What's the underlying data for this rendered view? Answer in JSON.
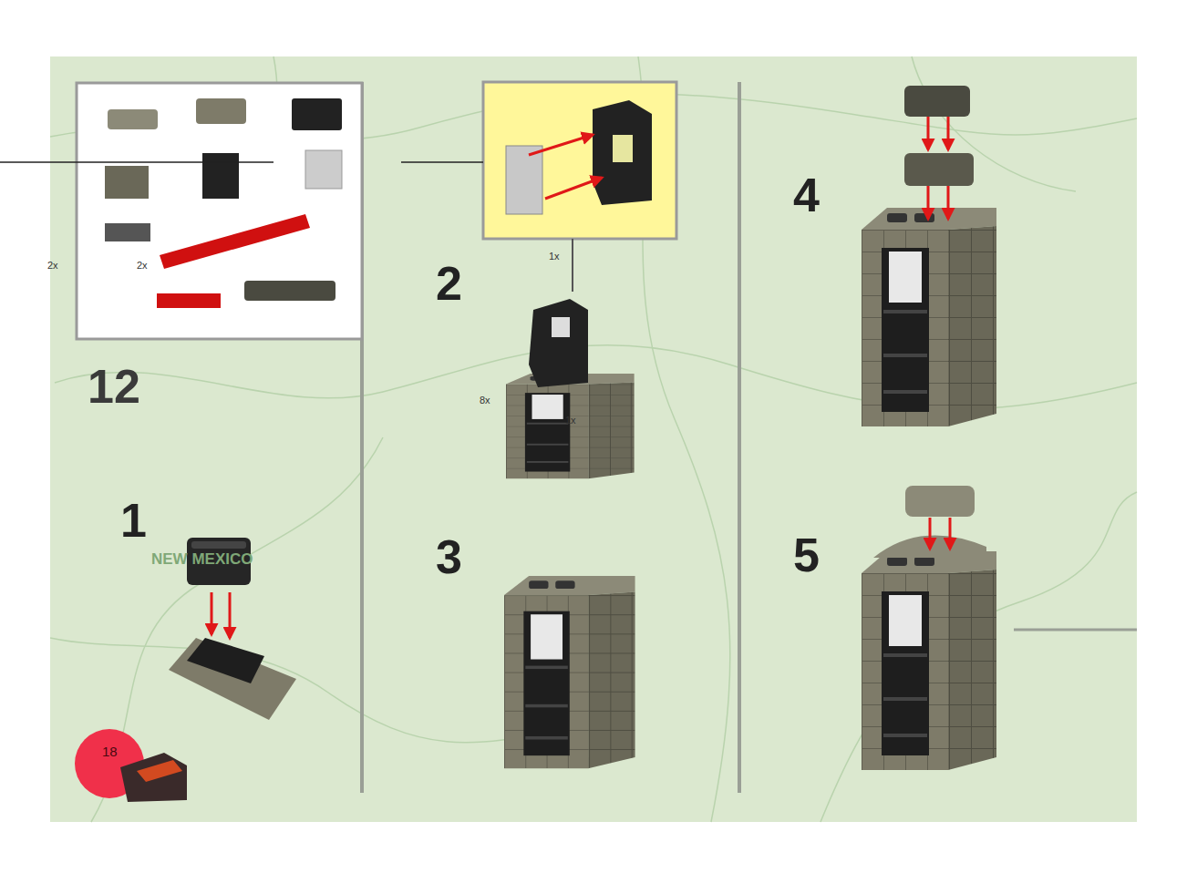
{
  "diagram": {
    "nodes": [
      {
        "text": [
          "18"
        ]
      }
    ],
    "labels": [
      "12",
      "2x",
      "2x",
      "2",
      "1x",
      "8x",
      "1x",
      "1",
      "NEW MEXICO",
      "3",
      "4",
      "5"
    ]
  }
}
